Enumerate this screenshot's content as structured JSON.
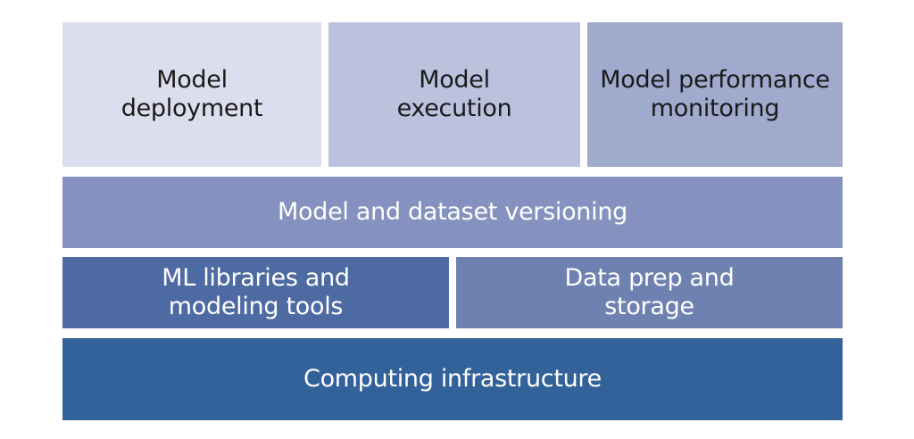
{
  "diagram": {
    "layers": {
      "model_deployment": {
        "label": "Model\ndeployment",
        "color": "#dcdeed"
      },
      "model_execution": {
        "label": "Model\nexecution",
        "color": "#bbc2de"
      },
      "model_performance_monitoring": {
        "label": "Model performance\nmonitoring",
        "color": "#9faacd"
      },
      "model_dataset_versioning": {
        "label": "Model and dataset versioning",
        "color": "#8592bf"
      },
      "ml_libraries": {
        "label": "ML libraries and\nmodeling tools",
        "color": "#4e6aa3"
      },
      "data_prep": {
        "label": "Data prep and\nstorage",
        "color": "#6e81b1"
      },
      "computing_infrastructure": {
        "label": "Computing infrastructure",
        "color": "#33619a"
      }
    }
  }
}
